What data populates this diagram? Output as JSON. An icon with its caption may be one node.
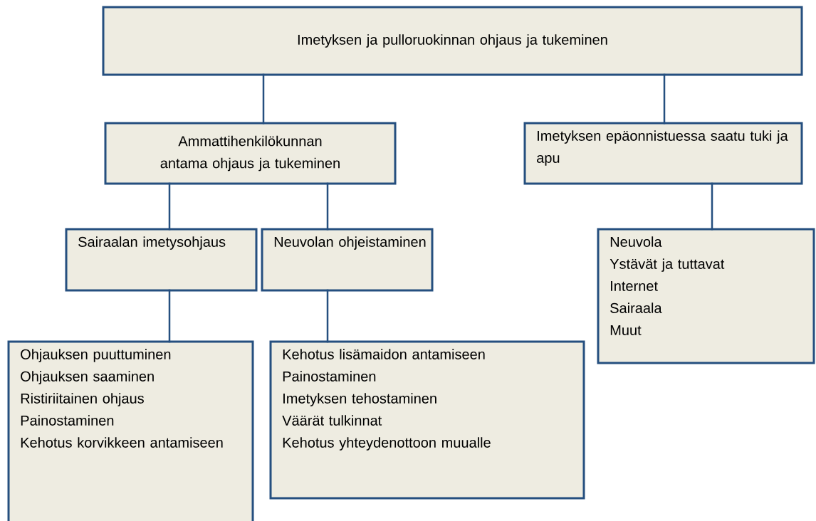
{
  "diagram": {
    "nodes": [
      {
        "text": [
          "Imetyksen ja pulloruokinnan ohjaus ja tukeminen"
        ]
      },
      {
        "text": [
          "Ammattihenkilökunnan antama ohjaus ja tukeminen"
        ]
      },
      {
        "text": [
          "Imetyksen epäonnistuessa saatu tuki ja apu"
        ]
      },
      {
        "text": [
          "Sairaalan imetysohjaus"
        ]
      },
      {
        "text": [
          "Neuvolan ohjeistaminen"
        ]
      },
      {
        "text": [
          "Neuvola",
          "Ystävät ja tuttavat",
          "Internet",
          "Sairaala",
          "Muut"
        ]
      },
      {
        "text": [
          "Ohjauksen puuttuminen",
          "Ohjauksen saaminen",
          "Ristiriitainen ohjaus",
          "Painostaminen",
          "Kehotus korvikkeen antamiseen"
        ]
      },
      {
        "text": [
          "Kehotus lisämaidon antamiseen",
          "Painostaminen",
          "Imetyksen tehostaminen",
          "Väärät tulkinnat",
          "Kehotus yhteydenottoon muualle"
        ]
      }
    ],
    "edges": [
      {
        "from": 0,
        "to": 1,
        "arrow": "none"
      },
      {
        "from": 0,
        "to": 2,
        "arrow": "none"
      },
      {
        "from": 1,
        "to": 3,
        "arrow": "none"
      },
      {
        "from": 1,
        "to": 4,
        "arrow": "none"
      },
      {
        "from": 2,
        "to": 5,
        "arrow": "none"
      },
      {
        "from": 3,
        "to": 6,
        "arrow": "none"
      },
      {
        "from": 4,
        "to": 7,
        "arrow": "none"
      }
    ]
  }
}
